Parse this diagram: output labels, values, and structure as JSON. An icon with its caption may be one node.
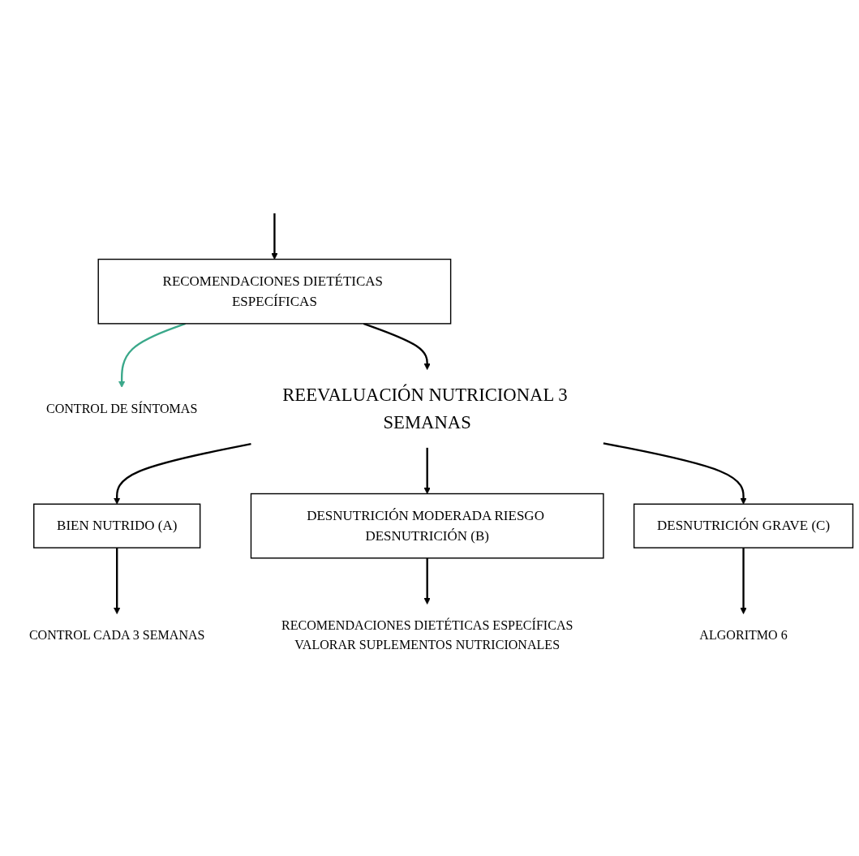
{
  "diagram": {
    "nodes": [
      {
        "text": [
          "RECOMENDACIONES DIETÉTICAS ESPECÍFICAS"
        ]
      },
      {
        "text": [
          "CONTROL DE  SÍNTOMAS"
        ]
      },
      {
        "text": [
          "REEVALUACIÓN NUTRICIONAL 3 SEMANAS"
        ]
      },
      {
        "text": [
          "BIEN NUTRIDO (A)"
        ]
      },
      {
        "text": [
          "DESNUTRICIÓN MODERADA RIESGO DESNUTRICIÓN (B)"
        ]
      },
      {
        "text": [
          "DESNUTRICIÓN GRAVE (C)"
        ]
      },
      {
        "text": [
          "CONTROL CADA 3 SEMANAS"
        ]
      },
      {
        "text": [
          "RECOMENDACIONES DIETÉTICAS ESPECÍFICAS",
          "VALORAR  SUPLEMENTOS NUTRICIONALES"
        ]
      },
      {
        "text": [
          "ALGORITMO 6"
        ]
      }
    ],
    "edges": [
      {
        "from": null,
        "to": 0,
        "arrow": "to"
      },
      {
        "from": 0,
        "to": 1,
        "arrow": "to",
        "color": "#3aa88a"
      },
      {
        "from": 0,
        "to": 2,
        "arrow": "to"
      },
      {
        "from": 2,
        "to": 3,
        "arrow": "to"
      },
      {
        "from": 2,
        "to": 4,
        "arrow": "to"
      },
      {
        "from": 2,
        "to": 5,
        "arrow": "to"
      },
      {
        "from": 3,
        "to": 6,
        "arrow": "to"
      },
      {
        "from": 4,
        "to": 7,
        "arrow": "to"
      },
      {
        "from": 5,
        "to": 8,
        "arrow": "to"
      }
    ]
  }
}
